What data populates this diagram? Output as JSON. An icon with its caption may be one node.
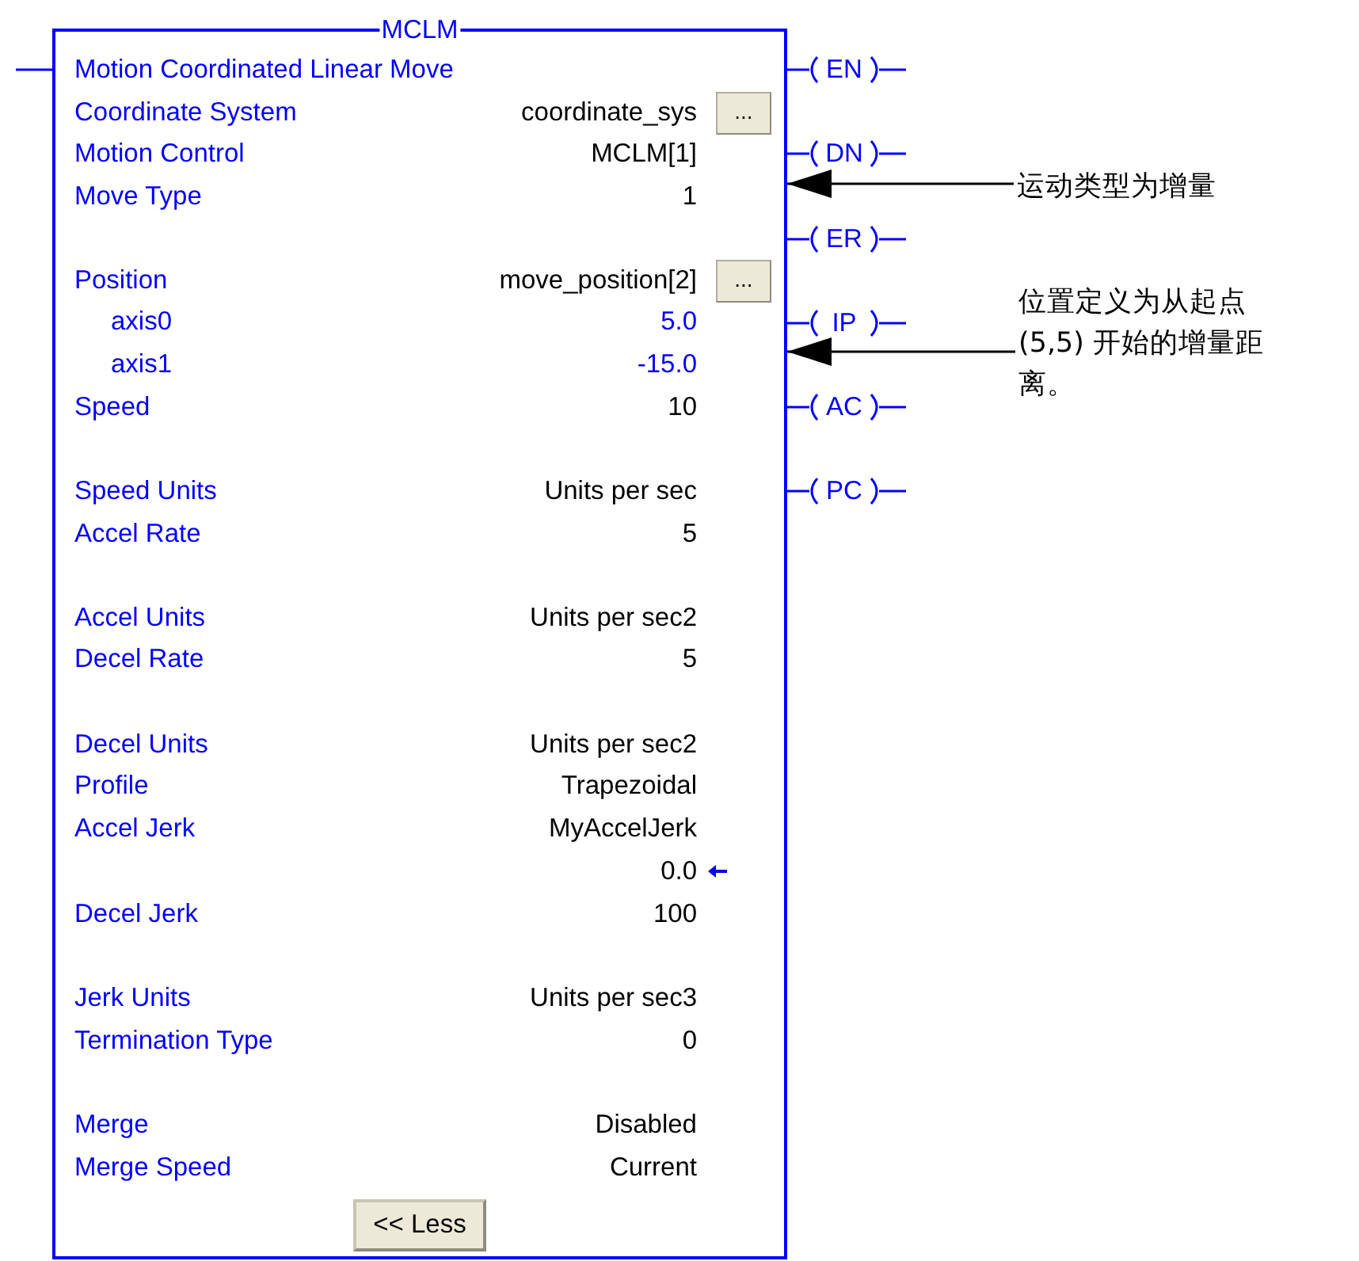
{
  "diagram": {
    "nodes": [
      {
        "text": [
          "MCLM"
        ]
      },
      {
        "text": [
          "运动类型为增量"
        ]
      },
      {
        "text": [
          "位置定义为从起点 (5,5) 开始的增量距离。"
        ]
      }
    ],
    "edges": [
      {
        "from": 1,
        "to": 0,
        "arrow": "to"
      },
      {
        "from": 2,
        "to": 0,
        "arrow": "to"
      },
      {
        "from": null,
        "to": 0,
        "arrow": "none",
        "color": "#0000ff"
      }
    ],
    "labels": [
      "Motion Coordinated Linear Move",
      "Coordinate System",
      "coordinate_sys",
      "...",
      "Motion Control",
      "MCLM[1]",
      "Move Type",
      "1",
      "Position",
      "move_position[2]",
      "...",
      "axis0",
      "5.0",
      "axis1",
      "-15.0",
      "Speed",
      "10",
      "Speed Units",
      "Units per sec",
      "Accel Rate",
      "5",
      "Accel Units",
      "Units per sec2",
      "Decel Rate",
      "5",
      "Decel Units",
      "Units per sec2",
      "Profile",
      "Trapezoidal",
      "Accel Jerk",
      "MyAccelJerk",
      "0.0",
      "Decel Jerk",
      "100",
      "Jerk Units",
      "Units per sec3",
      "Termination Type",
      "0",
      "Merge",
      "Disabled",
      "Merge Speed",
      "Current",
      "<< Less",
      "EN",
      "DN",
      "ER",
      "IP",
      "AC",
      "PC"
    ]
  }
}
